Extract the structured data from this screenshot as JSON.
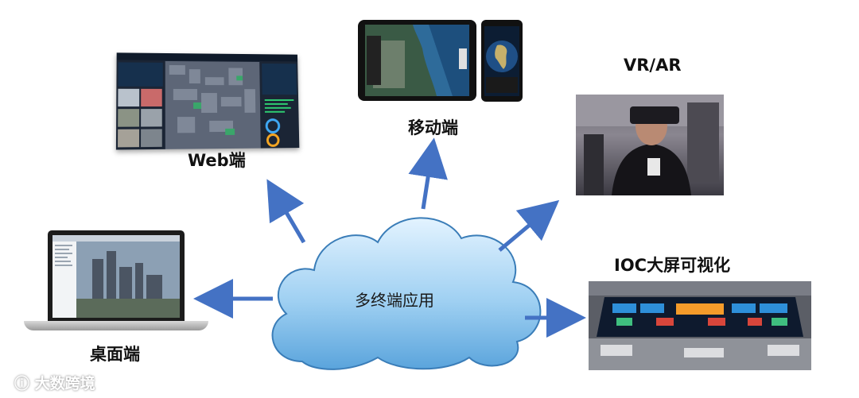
{
  "center": {
    "label": "多终端应用"
  },
  "nodes": {
    "web": {
      "label": "Web端"
    },
    "mobile": {
      "label": "移动端"
    },
    "vr": {
      "label": "VR/AR"
    },
    "ioc": {
      "label": "IOC大屏可视化"
    },
    "desktop": {
      "label": "桌面端"
    }
  },
  "watermark": {
    "text": "大数跨境"
  },
  "colors": {
    "arrow": "#4472c4",
    "cloud_top": "#dcefff",
    "cloud_bottom": "#5aa8e0",
    "cloud_stroke": "#3a7db8"
  }
}
